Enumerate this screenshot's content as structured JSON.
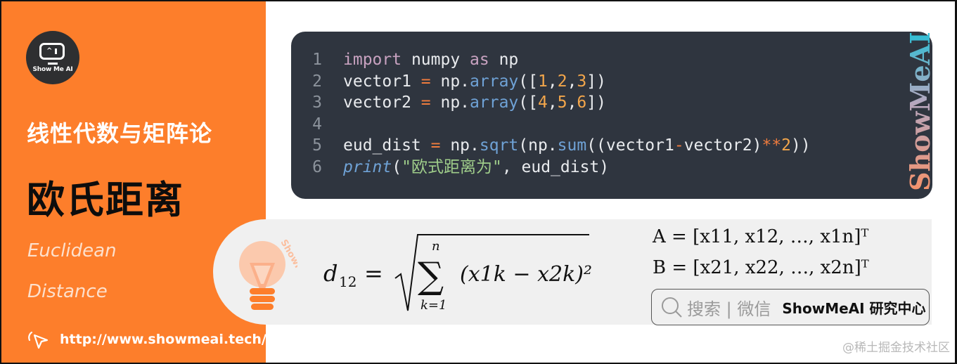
{
  "sidebar": {
    "logo_text": "Show Me AI",
    "subject": "线性代数与矩阵论",
    "title": "欧氏距离",
    "english_line1": "Euclidean",
    "english_line2": "Distance",
    "url": "http://www.showmeai.tech/",
    "accent_color": "#fd7e2b"
  },
  "code": {
    "background": "#2f353f",
    "lines": [
      {
        "n": "1",
        "text": "import numpy as np"
      },
      {
        "n": "2",
        "text": "vector1 = np.array([1,2,3])"
      },
      {
        "n": "3",
        "text": "vector2 = np.array([4,5,6])"
      },
      {
        "n": "4",
        "text": ""
      },
      {
        "n": "5",
        "text": "eud_dist = np.sqrt(np.sum((vector1-vector2)**2))"
      },
      {
        "n": "6",
        "text": "print(\"欧式距离为\", eud_dist)"
      }
    ],
    "brand_vertical": "ShowMeAI"
  },
  "formula": {
    "lhs": "d",
    "lhs_sub": "12",
    "sum_upper": "n",
    "sum_lower": "k=1",
    "term": "(x1k − x2k)²",
    "vector_a": "A = [x11, x12, …, x1n]ᵀ",
    "vector_b": "B = [x21, x22, …, x2n]ᵀ"
  },
  "search": {
    "prefix": "搜索 | 微信",
    "bold": "ShowMeAI 研究中心"
  },
  "watermark": "@稀土掘金技术社区",
  "bulb_badge": "ShowMeAI"
}
